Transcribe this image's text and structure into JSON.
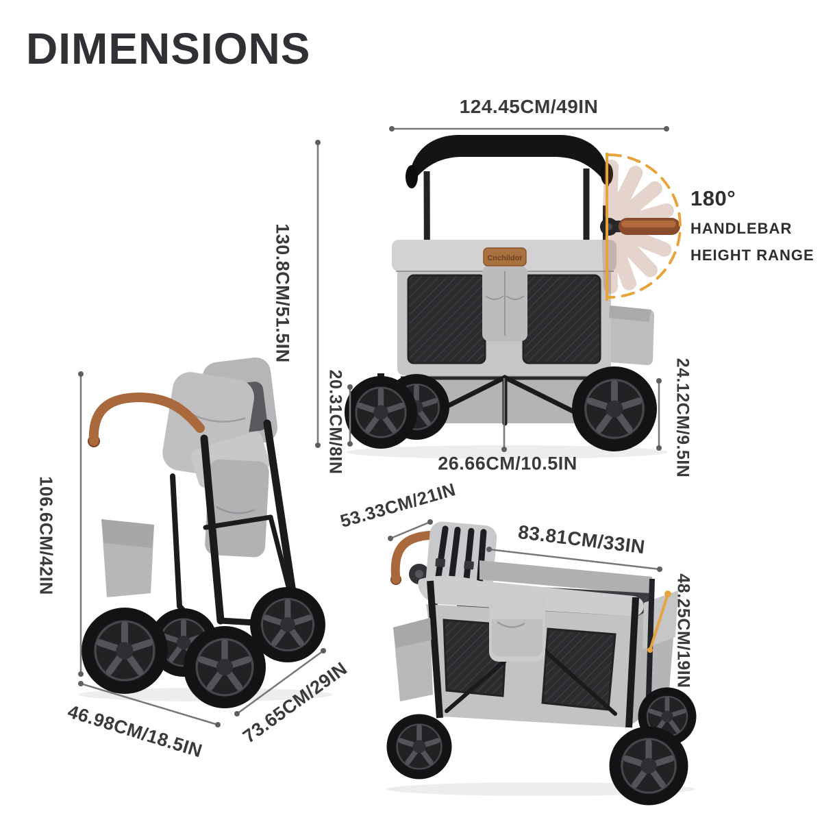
{
  "title": "DIMENSIONS",
  "brand_patch_label": "Cnchildor",
  "side_view": {
    "top_width": "124.45CM/49IN",
    "total_height": "130.8CM/51.5IN",
    "front_wheel_height": "20.31CM/8IN",
    "ground_clearance": "26.66CM/10.5IN",
    "rear_wheel_height": "24.12CM/9.5IN"
  },
  "handlebar_callout": {
    "angle": "180°",
    "line1": "HANDLEBAR",
    "line2": "HEIGHT RANGE"
  },
  "folded_view": {
    "folded_height": "106.6CM/42IN",
    "folded_width": "46.98CM/18.5IN",
    "folded_depth": "73.65CM/29IN"
  },
  "open_view": {
    "handlebar_length": "53.33CM/21IN",
    "basket_length": "83.81CM/33IN",
    "basket_height": "48.25CM/19IN"
  },
  "colors": {
    "accent_orange": "#E8A43C",
    "handle_copper": "#A9693C",
    "canopy_black": "#141417",
    "fabric_gray": "#C6C6C8",
    "mesh_dark": "#2C2C2F",
    "text_dark": "#3A3A3E",
    "dimension_line_gray": "#77777B"
  }
}
